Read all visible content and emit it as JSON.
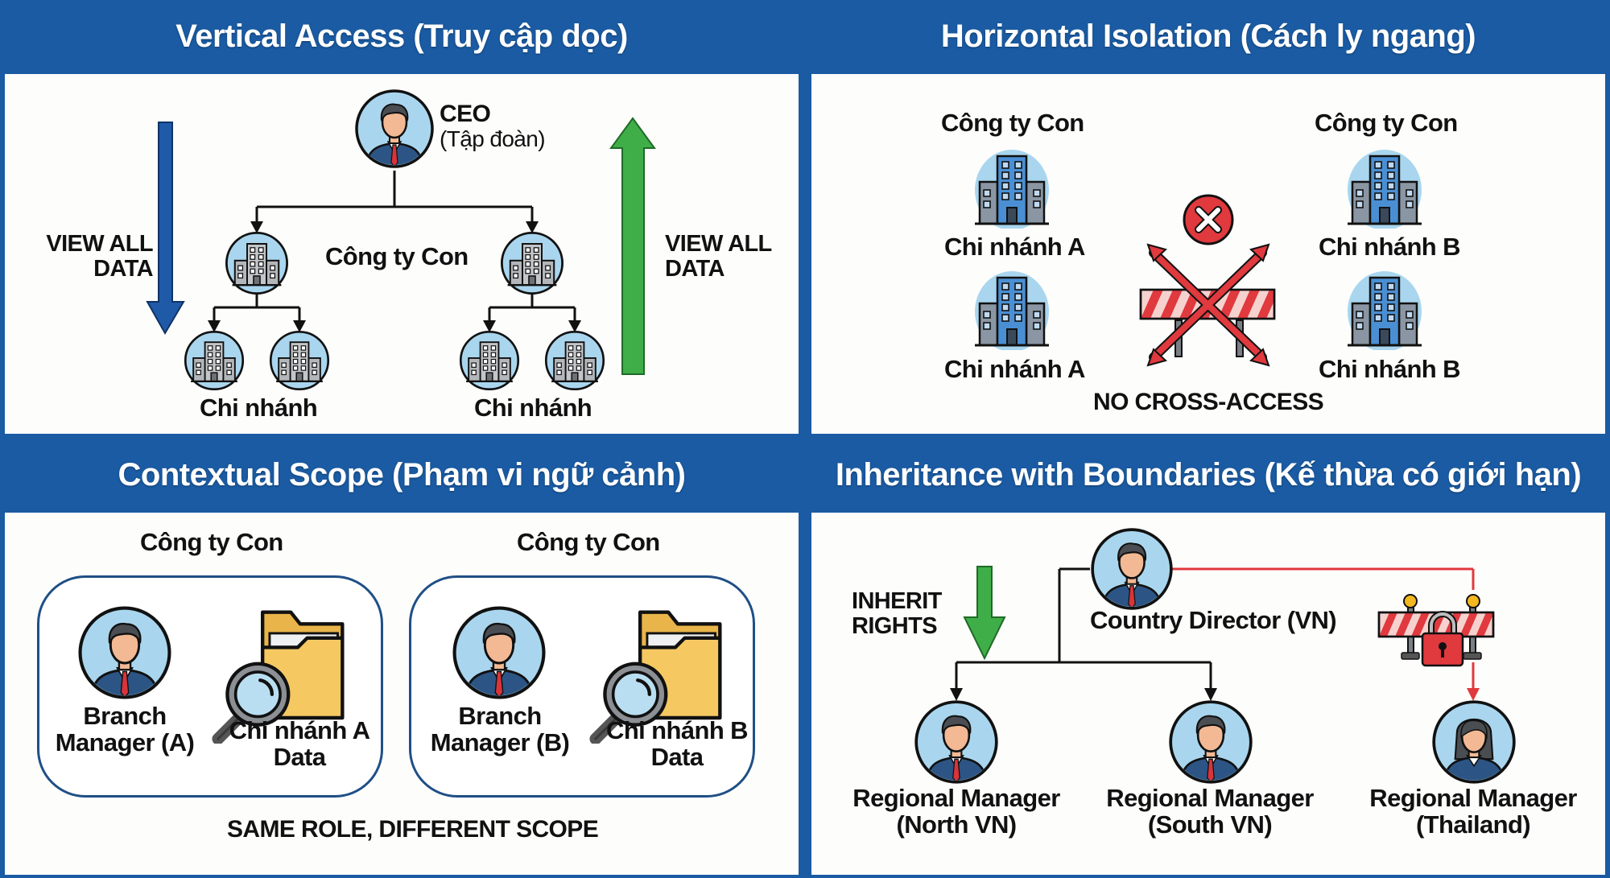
{
  "colors": {
    "header_blue": "#1a5ba3",
    "arrow_blue": "#1f5aa8",
    "arrow_green": "#3fae49",
    "deny_red": "#e0393e",
    "circle_fill": "#a9d6ee",
    "folder_yellow": "#f3c45a"
  },
  "vertical_access": {
    "title": "Vertical Access (Truy cập dọc)",
    "ceo_label": "CEO",
    "ceo_sublabel": "(Tập đoàn)",
    "subsidiary_label": "Công ty Con",
    "branch_label_left": "Chi nhánh",
    "branch_label_right": "Chi nhánh",
    "left_arrow_label_line1": "VIEW ALL",
    "left_arrow_label_line2": "DATA",
    "right_arrow_label_line1": "VIEW ALL",
    "right_arrow_label_line2": "DATA"
  },
  "horizontal_isolation": {
    "title": "Horizontal Isolation (Cách ly ngang)",
    "left_group_title": "Công ty Con",
    "right_group_title": "Công ty Con",
    "left_branches": [
      "Chi nhánh A",
      "Chi nhánh A"
    ],
    "right_branches": [
      "Chi nhánh B",
      "Chi nhánh B"
    ],
    "caption": "NO CROSS-ACCESS"
  },
  "contextual_scope": {
    "title": "Contextual Scope (Phạm vi ngữ cảnh)",
    "scopes": [
      {
        "group_title": "Công ty Con",
        "role_line1": "Branch",
        "role_line2": "Manager (A)",
        "data_line1": "Chi nhánh A",
        "data_line2": "Data"
      },
      {
        "group_title": "Công ty Con",
        "role_line1": "Branch",
        "role_line2": "Manager (B)",
        "data_line1": "Chi nhánh B",
        "data_line2": "Data"
      }
    ],
    "caption": "SAME ROLE, DIFFERENT SCOPE"
  },
  "inheritance": {
    "title": "Inheritance with Boundaries (Kế thừa có giới hạn)",
    "inherit_label_line1": "INHERIT",
    "inherit_label_line2": "RIGHTS",
    "director_label": "Country Director (VN)",
    "managers": [
      {
        "line1": "Regional Manager",
        "line2": "(North VN)"
      },
      {
        "line1": "Regional Manager",
        "line2": "(South VN)"
      },
      {
        "line1": "Regional Manager",
        "line2": "(Thailand)"
      }
    ]
  }
}
